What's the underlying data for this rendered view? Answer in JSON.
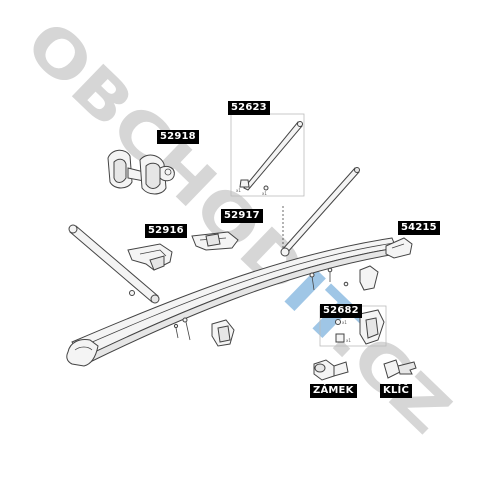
{
  "watermark": {
    "part1": "OBCHOD",
    "part2": "IT",
    "part3": ".CZ",
    "color_gray": "#d6d6d6",
    "color_blue": "#9fc6e6"
  },
  "labels": {
    "p52918": "52918",
    "p52623": "52623",
    "p52917": "52917",
    "p52916": "52916",
    "p54215": "54215",
    "p52682": "52682",
    "zamek": "ZÁMEK",
    "klic": "KLÍČ"
  },
  "qty": {
    "x1": "x1"
  }
}
